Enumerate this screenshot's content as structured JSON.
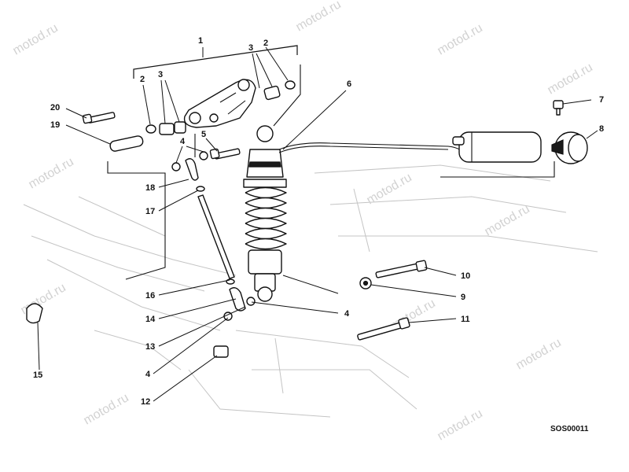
{
  "diagram": {
    "watermark_text": "motod.ru",
    "reference_code": "SOS00011",
    "callouts": {
      "c1": "1",
      "c2a": "2",
      "c2b": "2",
      "c3a": "3",
      "c3b": "3",
      "c4a": "4",
      "c4b": "4",
      "c4c": "4",
      "c5": "5",
      "c6": "6",
      "c7": "7",
      "c8": "8",
      "c9": "9",
      "c10": "10",
      "c11": "11",
      "c12": "12",
      "c13": "13",
      "c14": "14",
      "c15": "15",
      "c16": "16",
      "c17": "17",
      "c18": "18",
      "c19": "19",
      "c20": "20"
    }
  }
}
